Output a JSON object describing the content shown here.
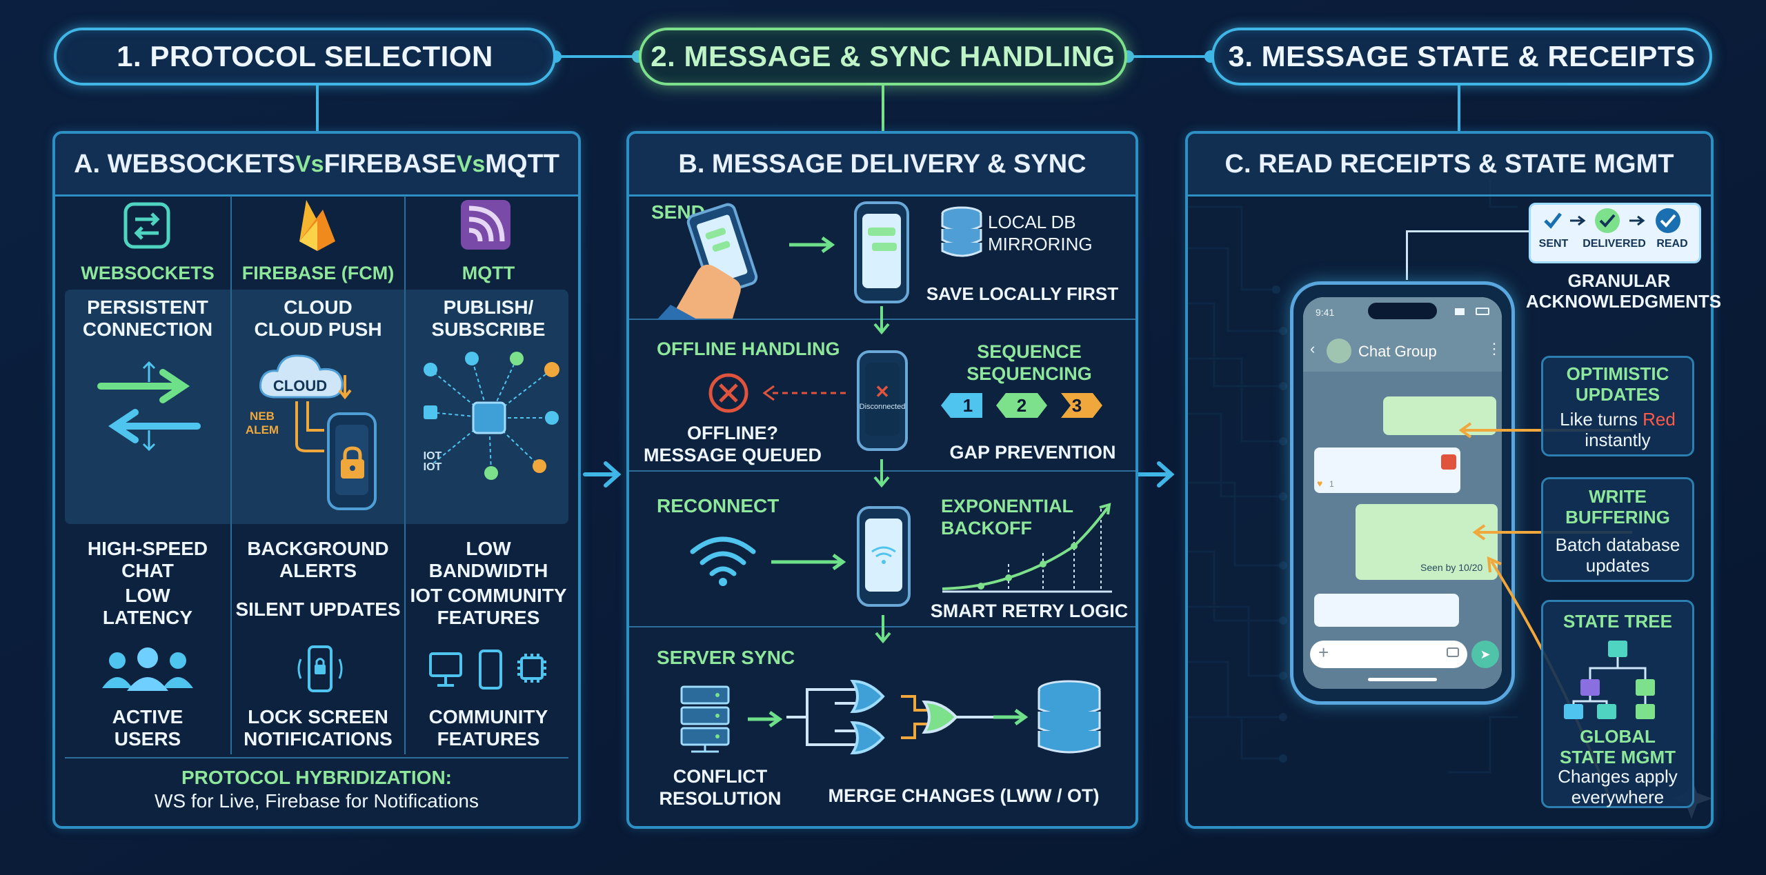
{
  "headers": {
    "step1": "1. PROTOCOL SELECTION",
    "step2": "2. MESSAGE & SYNC HANDLING",
    "step3": "3. MESSAGE STATE & RECEIPTS"
  },
  "panel_a": {
    "title_part1": "A. WEBSOCKETS ",
    "title_vs1": "Vs",
    "title_part2": " FIREBASE ",
    "title_vs2": "Vs",
    "title_part3": " MQTT",
    "col1": {
      "name": "WEBSOCKETS",
      "subtitle_l1": "PERSISTENT",
      "subtitle_l2": "CONNECTION",
      "use1_l1": "HIGH-SPEED",
      "use1_l2": "CHAT",
      "use2_l1": "LOW",
      "use2_l2": "LATENCY",
      "feature_l1": "ACTIVE",
      "feature_l2": "USERS"
    },
    "col2": {
      "name": "FIREBASE (FCM)",
      "subtitle_l1": "CLOUD",
      "subtitle_l2": "CLOUD PUSH",
      "cloud_label": "CLOUD",
      "side_l1": "NEB",
      "side_l2": "ALEM",
      "use1_l1": "BACKGROUND",
      "use1_l2": "ALERTS",
      "use2": "SILENT UPDATES",
      "feature_l1": "LOCK SCREEN",
      "feature_l2": "NOTIFICATIONS"
    },
    "col3": {
      "name": "MQTT",
      "subtitle_l1": "PUBLISH/",
      "subtitle_l2": "SUBSCRIBE",
      "iot_label": "IOT",
      "use1_l1": "LOW",
      "use1_l2": "BANDWIDTH",
      "use2_l1": "IOT COMMUNITY",
      "use2_l2": "FEATURES",
      "feature_l1": "COMMUNITY",
      "feature_l2": "FEATURES"
    },
    "footer_l1": "PROTOCOL HYBRIDIZATION:",
    "footer_l2": "WS for Live, Firebase for Notifications"
  },
  "panel_b": {
    "title": "B. MESSAGE DELIVERY & SYNC",
    "send": "SEND",
    "local_db_l1": "LOCAL DB",
    "local_db_l2": "MIRRORING",
    "save_local": "SAVE LOCALLY FIRST",
    "offline_handling": "OFFLINE HANDLING",
    "offline_q_l1": "OFFLINE?",
    "offline_q_l2": "MESSAGE QUEUED",
    "disconnected": "Disconnected",
    "sequence_l1": "SEQUENCE",
    "sequence_l2": "SEQUENCING",
    "seq_numbers": [
      "1",
      "2",
      "3"
    ],
    "gap_prevention": "GAP PREVENTION",
    "reconnect": "RECONNECT",
    "backoff_l1": "EXPONENTIAL",
    "backoff_l2": "BACKOFF",
    "smart_retry": "SMART RETRY LOGIC",
    "server_sync": "SERVER SYNC",
    "conflict_l1": "CONFLICT",
    "conflict_l2": "RESOLUTION",
    "merge": "MERGE CHANGES (LWW / OT)"
  },
  "panel_c": {
    "title": "C. READ RECEIPTS & STATE MGMT",
    "receipts": [
      "SENT",
      "DELIVERED",
      "READ"
    ],
    "granular_l1": "GRANULAR",
    "granular_l2": "ACKNOWLEDGMENTS",
    "phone_time": "9:41",
    "chat_title": "Chat Group",
    "seen_by": "Seen by 10/20",
    "reaction_count": "1",
    "optimistic": {
      "title_l1": "OPTIMISTIC",
      "title_l2": "UPDATES",
      "desc_l1_pre": "Like turns ",
      "desc_l1_red": "Red",
      "desc_l2": "instantly"
    },
    "write_buffer": {
      "title_l1": "WRITE",
      "title_l2": "BUFFERING",
      "desc_l1": "Batch database",
      "desc_l2": "updates"
    },
    "state_tree": {
      "title": "STATE TREE",
      "sub_l1": "GLOBAL",
      "sub_l2": "STATE MGMT",
      "desc_l1": "Changes apply",
      "desc_l2": "everywhere"
    }
  },
  "colors": {
    "accent_blue": "#3fb6e6",
    "accent_green": "#7de08a",
    "accent_orange": "#f0a83c",
    "alert_red": "#e0533c",
    "background": "#0a1a33"
  }
}
